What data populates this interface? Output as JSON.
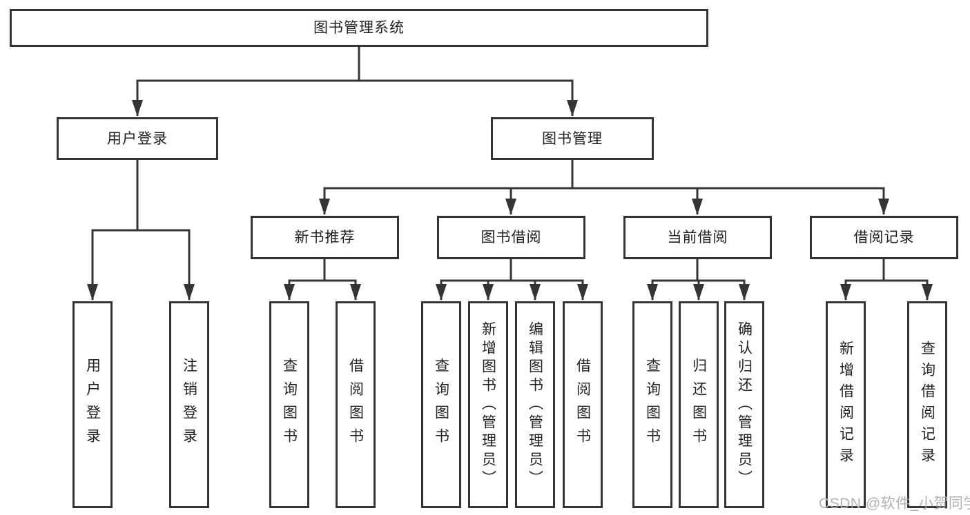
{
  "diagram": {
    "root": "图书管理系统",
    "user_login": "用户登录",
    "book_mgmt": "图书管理",
    "new_book_rec": "新书推荐",
    "book_borrow": "图书借阅",
    "current_borrow": "当前借阅",
    "borrow_records": "借阅记录",
    "leaves": {
      "user_login": "用户登录",
      "logout": "注销登录",
      "rec_query_book": "查询图书",
      "rec_borrow_book": "借阅图书",
      "bb_query_book": "查询图书",
      "bb_add_book": "新增图书（管理员）",
      "bb_edit_book": "编辑图书（管理员）",
      "bb_borrow_book": "借阅图书",
      "cb_query_book": "查询图书",
      "cb_return_book": "归还图书",
      "cb_confirm_return": "确认归还（管理员）",
      "br_add_record": "新增借阅记录",
      "br_query_record": "查询借阅记录"
    },
    "hierarchy": {
      "图书管理系统": [
        "用户登录",
        "图书管理"
      ],
      "用户登录": [
        "用户登录",
        "注销登录"
      ],
      "图书管理": [
        "新书推荐",
        "图书借阅",
        "当前借阅",
        "借阅记录"
      ],
      "新书推荐": [
        "查询图书",
        "借阅图书"
      ],
      "图书借阅": [
        "查询图书",
        "新增图书（管理员）",
        "编辑图书（管理员）",
        "借阅图书"
      ],
      "当前借阅": [
        "查询图书",
        "归还图书",
        "确认归还（管理员）"
      ],
      "借阅记录": [
        "新增借阅记录",
        "查询借阅记录"
      ]
    }
  },
  "watermark": "CSDN @软件_小贺同学",
  "colors": {
    "line": "#343434",
    "text": "#222222",
    "watermark": "#b0b3b6",
    "background": "#ffffff"
  }
}
